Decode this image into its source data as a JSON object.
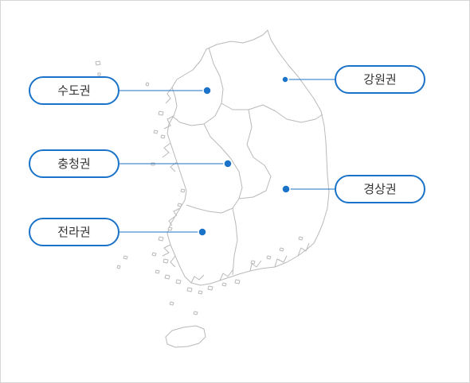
{
  "regions": [
    {
      "id": "sudo",
      "label": "수도권"
    },
    {
      "id": "gangwon",
      "label": "강원권"
    },
    {
      "id": "chungcheong",
      "label": "충청권"
    },
    {
      "id": "gyeongsang",
      "label": "경상권"
    },
    {
      "id": "jeolla",
      "label": "전라권"
    }
  ],
  "colors": {
    "accent": "#1a73c9",
    "map_outline": "#b9b9b9",
    "frame_border": "#d6d6d6"
  }
}
